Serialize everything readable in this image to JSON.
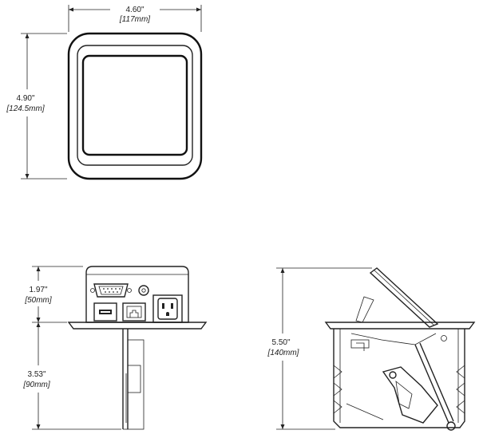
{
  "top_view": {
    "width_in": "4.60\"",
    "width_mm": "[117mm]",
    "height_in": "4.90\"",
    "height_mm": "[124.5mm]"
  },
  "front_view": {
    "upper_in": "1.97\"",
    "upper_mm": "[50mm]",
    "lower_in": "3.53\"",
    "lower_mm": "[90mm]"
  },
  "side_view": {
    "height_in": "5.50\"",
    "height_mm": "[140mm]"
  },
  "colors": {
    "line": "#222222",
    "background": "#ffffff"
  }
}
